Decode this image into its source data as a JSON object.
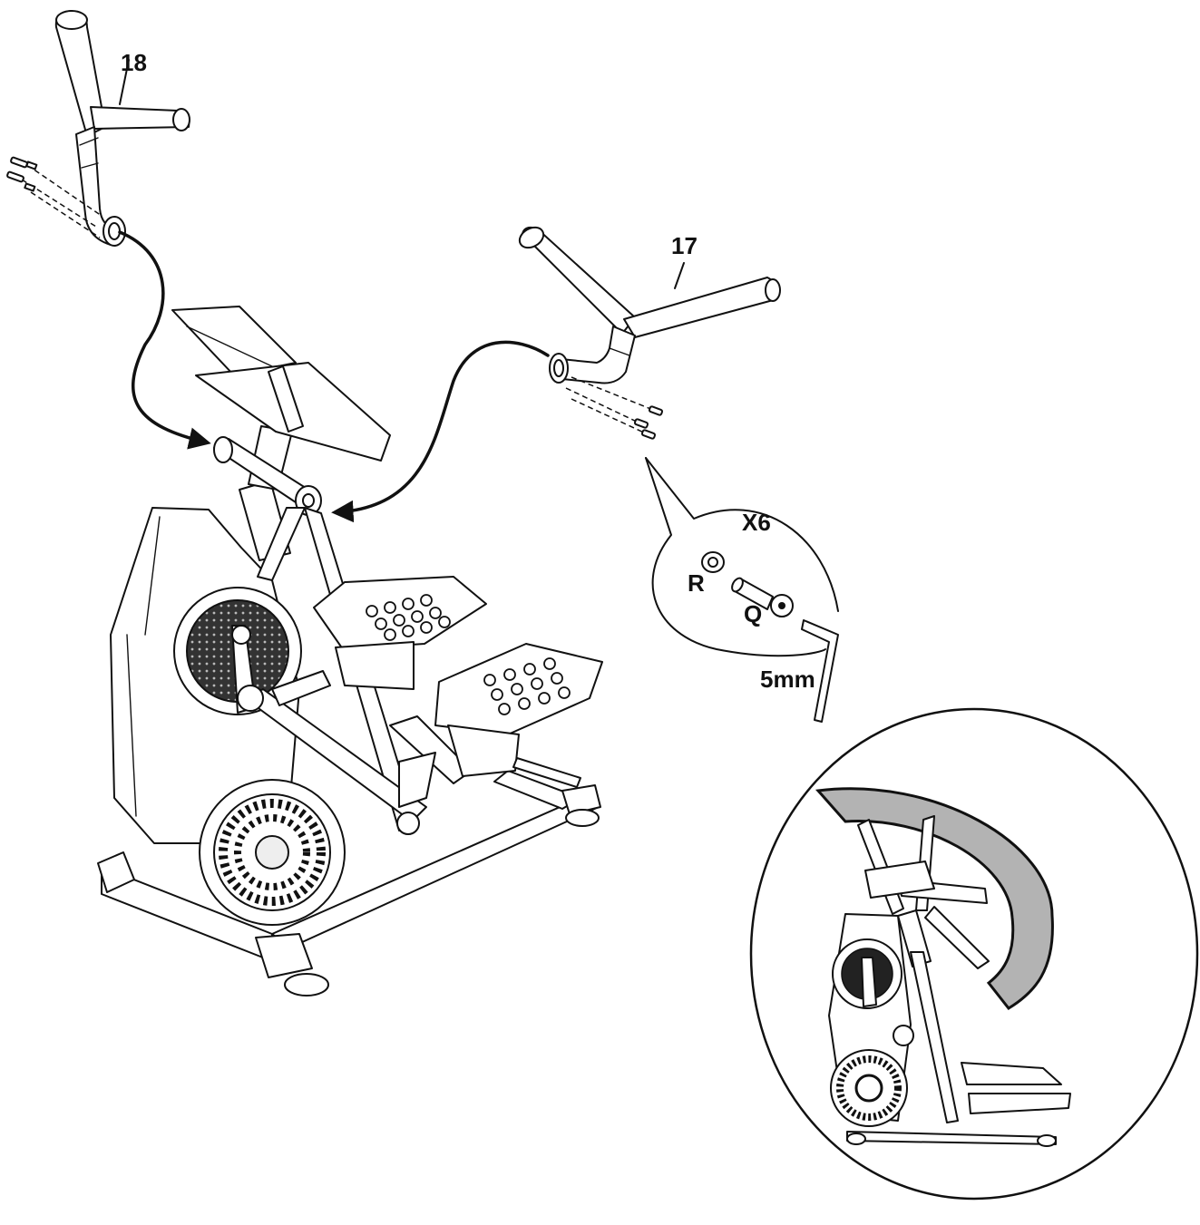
{
  "diagram": {
    "callouts": {
      "part_18": "18",
      "part_17": "17",
      "quantity": "X6",
      "part_r": "R",
      "part_q": "Q",
      "tool_size": "5mm"
    },
    "colors": {
      "line": "#111111",
      "background": "#ffffff",
      "rotation_band": "#b3b3b3",
      "mesh": "#2a2a2a"
    },
    "icons": [
      "handlebar-left",
      "handlebar-right",
      "bolt",
      "washer",
      "hex-key",
      "rotation-arc"
    ]
  }
}
